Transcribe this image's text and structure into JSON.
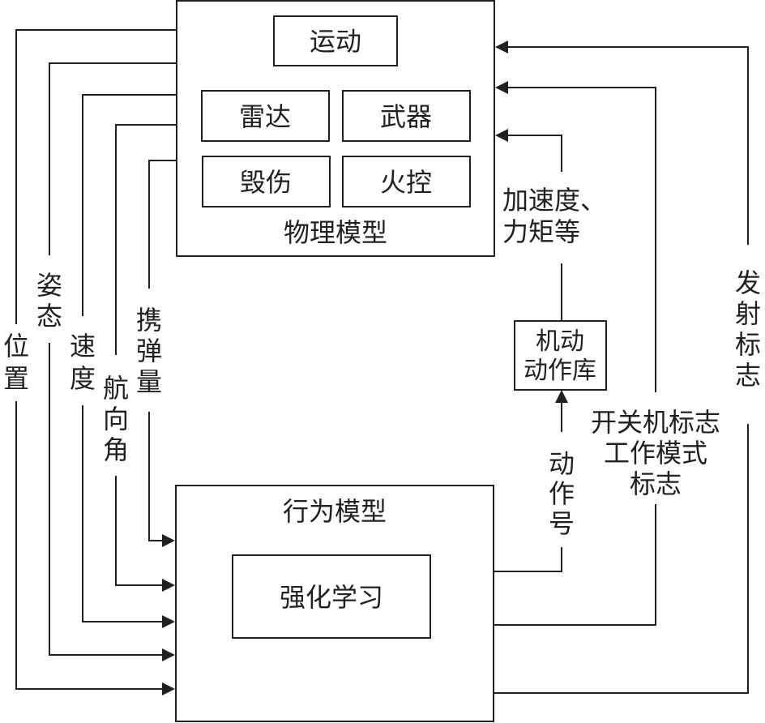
{
  "physical_model": {
    "title": "物理模型",
    "components": {
      "motion": "运动",
      "radar": "雷达",
      "weapon": "武器",
      "damage": "毁伤",
      "fire_control": "火控"
    }
  },
  "behavior_model": {
    "title": "行为模型",
    "core": "强化学习"
  },
  "maneuver_library": {
    "line1": "机动",
    "line2": "动作库"
  },
  "state_signals": {
    "position": [
      "位",
      "置"
    ],
    "attitude": [
      "姿",
      "态"
    ],
    "speed": [
      "速",
      "度"
    ],
    "heading": [
      "航",
      "向",
      "角"
    ],
    "ammo": [
      "携",
      "弹",
      "量"
    ]
  },
  "control_signals": {
    "accel_torque": {
      "line1": "加速度、",
      "line2": "力矩等"
    },
    "action_id": [
      "动",
      "作",
      "号"
    ],
    "power_mode": {
      "line1": "开关机标志",
      "line2": "工作模式",
      "line3": "标志"
    },
    "launch_flag": [
      "发",
      "射",
      "标",
      "志"
    ]
  }
}
